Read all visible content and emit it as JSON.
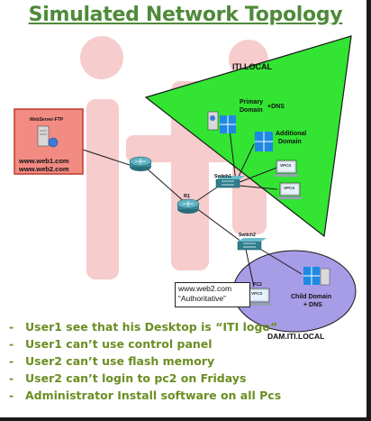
{
  "title": "Simulated Network Topology",
  "domains": {
    "iti_local": "ITI.LOCAL",
    "dam_iti_local": "DAM.ITI.LOCAL"
  },
  "servers": {
    "webserver": {
      "label": "WebServer-FTP",
      "url1": "www.web1.com",
      "url2": "www.web2.com"
    },
    "primary": {
      "line1": "Primary",
      "line2": "Domain",
      "suffix": "+DNS"
    },
    "additional": {
      "line1": "Additional",
      "line2": "Domain"
    },
    "child": {
      "line1": "Child Domain",
      "line2": "+ DNS"
    }
  },
  "devices": {
    "router_r1": "R1",
    "switch1": "Switch1",
    "switch2": "Switch2",
    "pc2": "PC2",
    "pc_label": "VPCS"
  },
  "callout": {
    "line1": "www.web2.com",
    "line2": "“Authoritative”"
  },
  "bullets": [
    "User1 see that his Desktop is “ITI logo”",
    "User1 can’t use control panel",
    "User2 can’t use flash memory",
    "User2 can’t login to pc2 on Fridays",
    "Administrator Install software on all Pcs"
  ],
  "colors": {
    "title": "#4f8a3a",
    "triangle": "#33e433",
    "ellipse": "#a79ce6",
    "bullets": "#6b8e23",
    "watermark": "#f4c9c9"
  }
}
